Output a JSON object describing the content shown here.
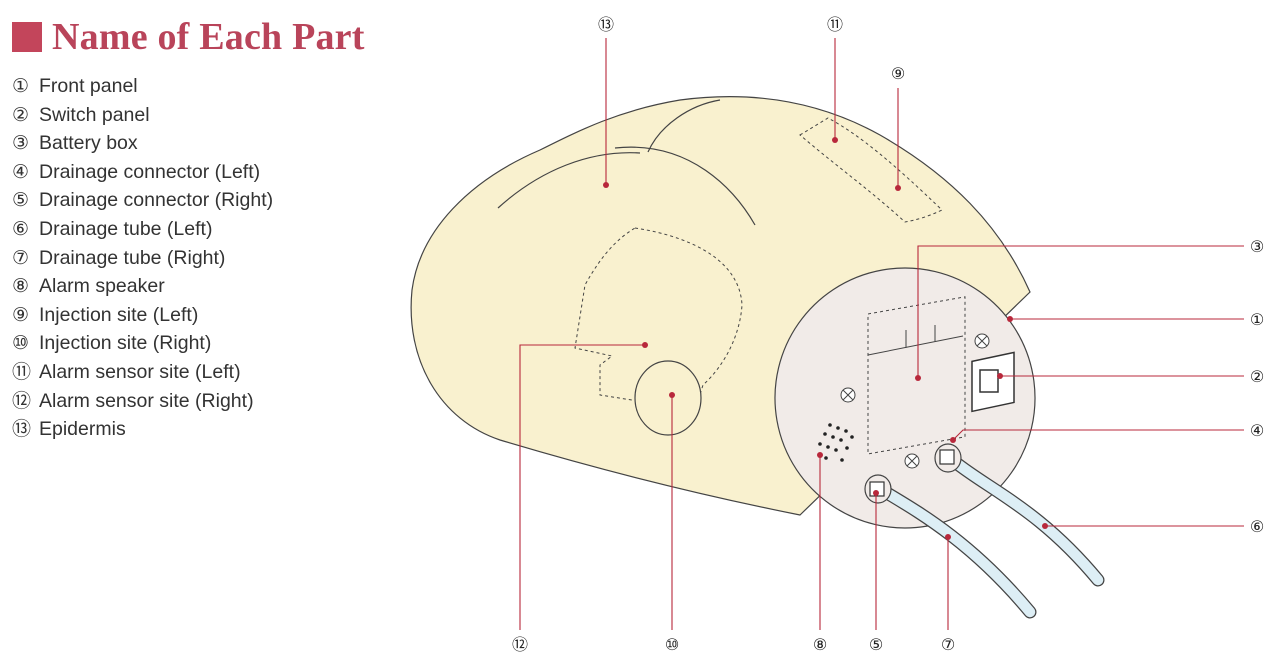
{
  "title": "Name of Each Part",
  "parts": [
    {
      "num": "①",
      "label": "Front panel"
    },
    {
      "num": "②",
      "label": "Switch panel"
    },
    {
      "num": "③",
      "label": "Battery box"
    },
    {
      "num": "④",
      "label": "Drainage connector (Left)"
    },
    {
      "num": "⑤",
      "label": "Drainage connector (Right)"
    },
    {
      "num": "⑥",
      "label": "Drainage tube (Left)"
    },
    {
      "num": "⑦",
      "label": "Drainage tube (Right)"
    },
    {
      "num": "⑧",
      "label": "Alarm speaker"
    },
    {
      "num": "⑨",
      "label": "Injection site (Left)"
    },
    {
      "num": "⑩",
      "label": "Injection site (Right)"
    },
    {
      "num": "⑪",
      "label": "Alarm sensor site (Left)"
    },
    {
      "num": "⑫",
      "label": "Alarm sensor site (Right)"
    },
    {
      "num": "⑬",
      "label": "Epidermis"
    }
  ],
  "callouts": [
    "⑬",
    "⑪",
    "⑨",
    "③",
    "①",
    "②",
    "④",
    "⑥",
    "⑫",
    "⑩",
    "⑧",
    "⑤",
    "⑦"
  ],
  "colors": {
    "accent": "#c3455b",
    "skin": "#f9f1cf",
    "panel": "#f1ebe8",
    "tube": "#ddeef5",
    "leader": "#b8283b"
  }
}
